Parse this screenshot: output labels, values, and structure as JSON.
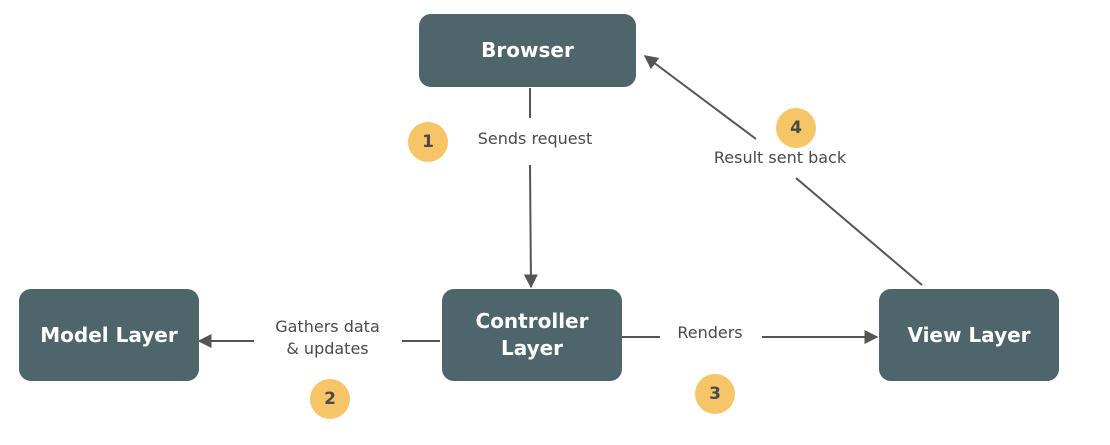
{
  "nodes": {
    "browser": "Browser",
    "model": "Model Layer",
    "controller": "Controller\nLayer",
    "view": "View Layer"
  },
  "edges": {
    "sends_request": "Sends request",
    "gathers": "Gathers data\n& updates",
    "renders": "Renders",
    "result": "Result sent back"
  },
  "steps": {
    "one": "1",
    "two": "2",
    "three": "3",
    "four": "4"
  },
  "colors": {
    "node_fill": "#4e666b",
    "node_text": "#ffffff",
    "badge_fill": "#f6c567",
    "edge": "#555555",
    "label_text": "#4a4a4a"
  }
}
